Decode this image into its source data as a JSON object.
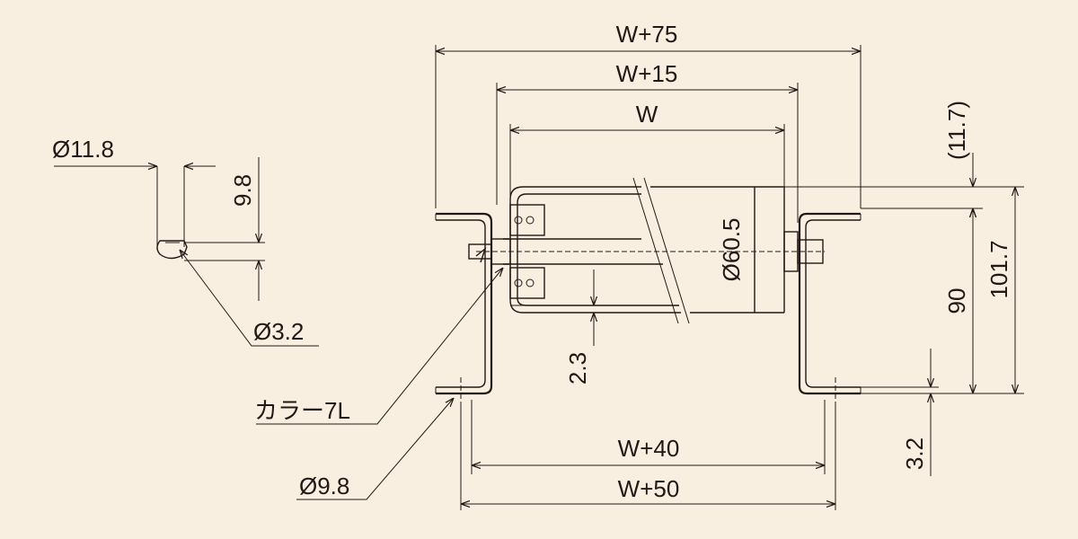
{
  "labels": {
    "w75": "W+75",
    "w15": "W+15",
    "w": "W",
    "w40": "W+40",
    "w50": "W+50",
    "d_roller": "Ø60.5",
    "h_11_7": "(11.7)",
    "h_90": "90",
    "h_101_7": "101.7",
    "h_3_2": "3.2",
    "h_2_3": "2.3",
    "collar": "カラー7L",
    "hole": "Ø9.8",
    "d_11_8": "Ø11.8",
    "d_9_8": "9.8",
    "d_3_2": "Ø3.2"
  },
  "colors": {
    "background": "#f8efe1",
    "line": "#231815"
  }
}
